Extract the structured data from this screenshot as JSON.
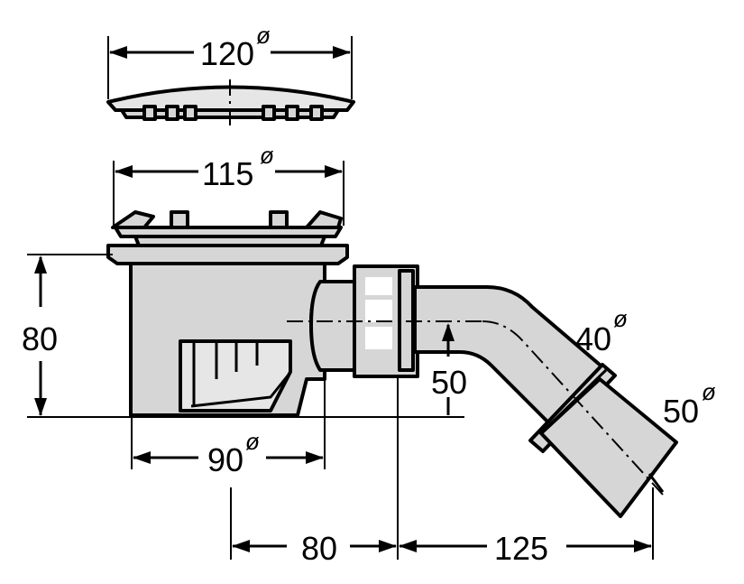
{
  "dimensions": {
    "cover_diameter": {
      "value": "120",
      "mark": "ø"
    },
    "grate_diameter": {
      "value": "115",
      "mark": "ø"
    },
    "body_height": {
      "value": "80"
    },
    "body_diameter": {
      "value": "90",
      "mark": "ø"
    },
    "outlet_height": {
      "value": "50"
    },
    "pipe_inner_diameter": {
      "value": "40",
      "mark": "ø"
    },
    "pipe_outer_diameter": {
      "value": "50",
      "mark": "ø"
    },
    "center_to_nut": {
      "value": "80"
    },
    "nut_to_pipe_end": {
      "value": "125"
    }
  },
  "colors": {
    "line": "#000000",
    "fill": "#d6d6d6",
    "background": "#ffffff"
  }
}
